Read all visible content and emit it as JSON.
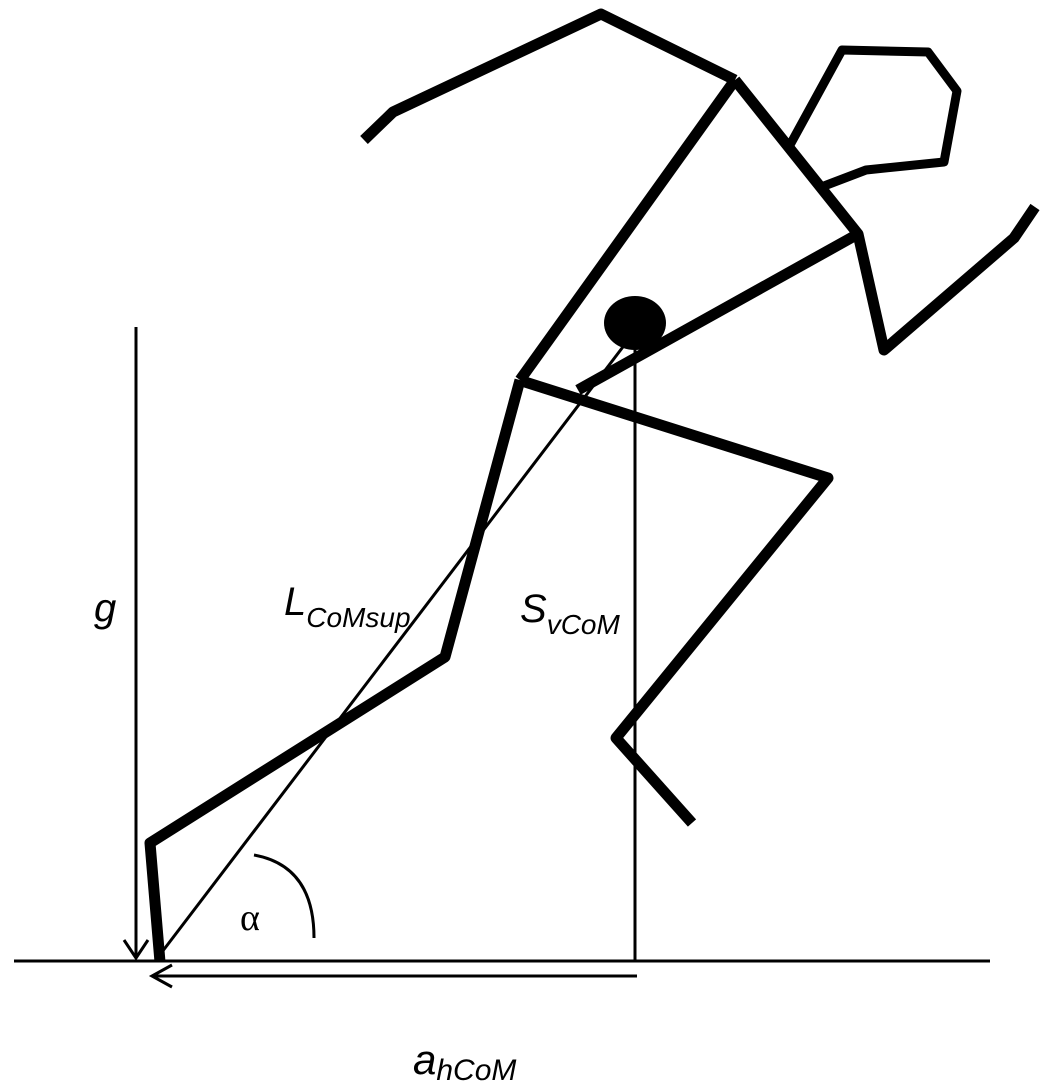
{
  "labels": {
    "gravity": "g",
    "leg_length_main": "L",
    "leg_length_sub": "CoMsup",
    "vertical_disp_main": "S",
    "vertical_disp_sub": "vCoM",
    "angle": "α",
    "horiz_accel_main": "a",
    "horiz_accel_sub": "hCoM"
  },
  "colors": {
    "ink": "#000000",
    "background": "#ffffff"
  }
}
